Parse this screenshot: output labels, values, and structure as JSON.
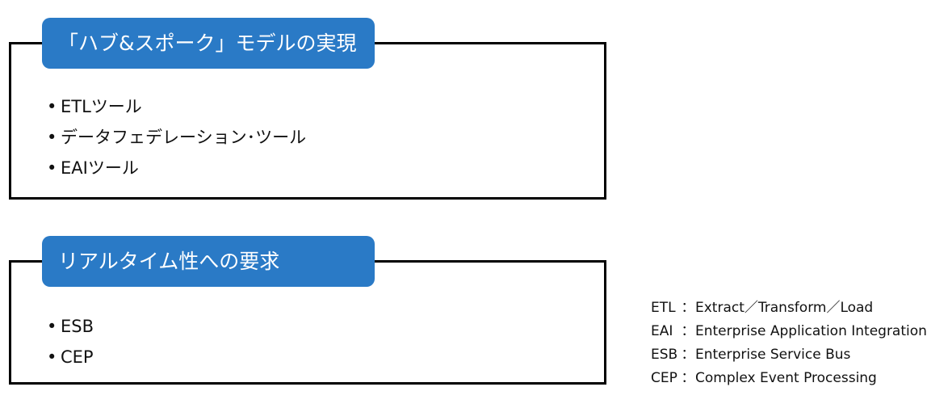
{
  "sections": [
    {
      "heading": "「ハブ&スポーク」モデルの実現",
      "bullet": "•",
      "items": [
        "ETLツール",
        "データフェデレーション･ツール",
        "EAIツール"
      ]
    },
    {
      "heading": "リアルタイム性への要求",
      "bullet": "•",
      "items": [
        "ESB",
        "CEP"
      ]
    }
  ],
  "legend": {
    "separator": "：",
    "items": [
      {
        "abbr": "ETL",
        "full": "Extract／Transform／Load"
      },
      {
        "abbr": "EAI",
        "full": "Enterprise Application Integration"
      },
      {
        "abbr": "ESB",
        "full": "Enterprise Service Bus"
      },
      {
        "abbr": "CEP",
        "full": "Complex Event Processing"
      }
    ]
  },
  "colors": {
    "heading_background": "#2a7ac6",
    "heading_text": "#ffffff",
    "border": "#000000"
  }
}
